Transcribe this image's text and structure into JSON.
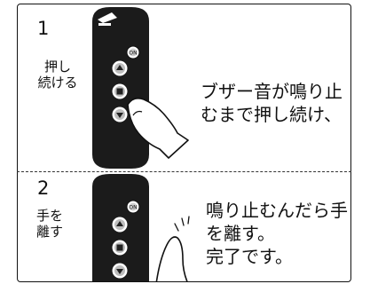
{
  "step1": {
    "number": "1",
    "action": "押し\n続ける",
    "description": "ブザー音が鳴り止\nむまで押し続け、"
  },
  "step2": {
    "number": "2",
    "action": "手を\n離す",
    "description": "鳴り止むんだら手\nを離す。\n完了です。"
  },
  "remote": {
    "on_label": "ON"
  }
}
